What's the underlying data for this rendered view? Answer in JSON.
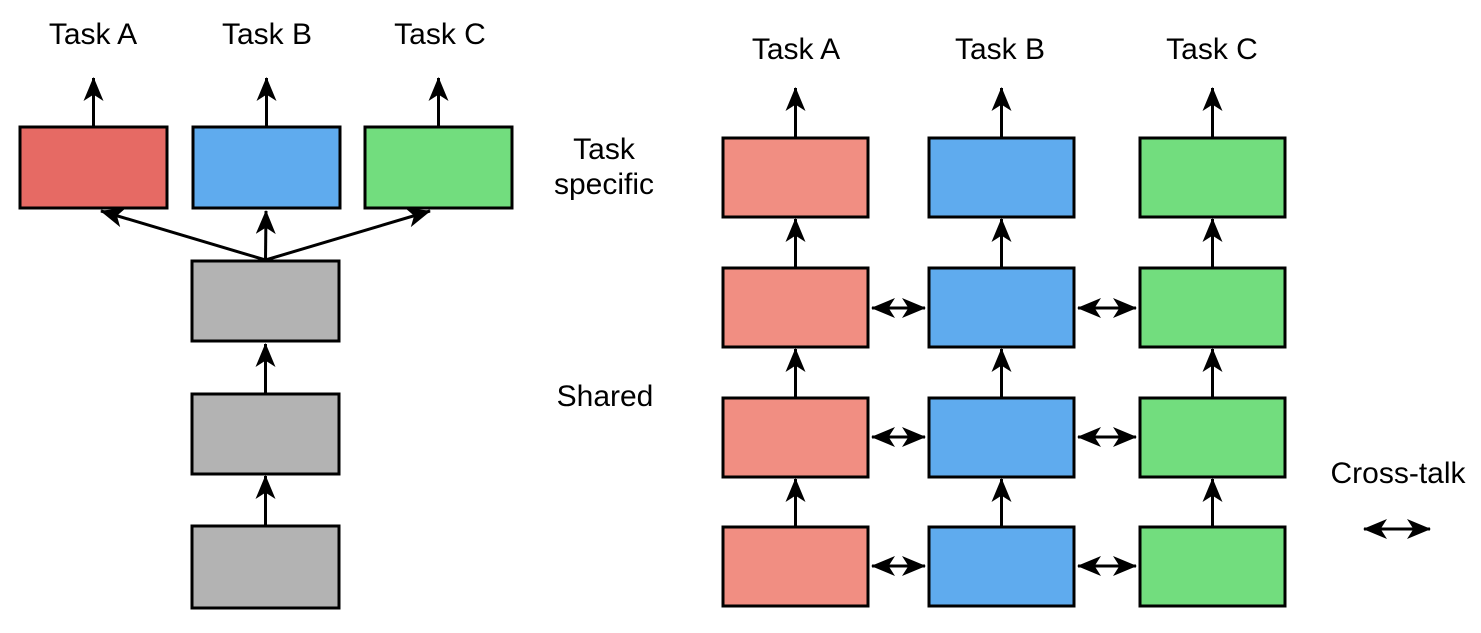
{
  "colors": {
    "left_task_a_box": "#e66a64",
    "right_task_a_box": "#f18e82",
    "task_b_box": "#5fabee",
    "task_c_box": "#72dd7e",
    "shared_box": "#b3b3b3",
    "arrow": "#000000"
  },
  "left_diagram": {
    "task_a_label": "Task A",
    "task_b_label": "Task B",
    "task_c_label": "Task C"
  },
  "right_diagram": {
    "task_a_label": "Task A",
    "task_b_label": "Task B",
    "task_c_label": "Task C"
  },
  "side_labels": {
    "task_specific_line1": "Task",
    "task_specific_line2": "specific",
    "shared": "Shared"
  },
  "legend": {
    "cross_talk_label": "Cross-talk"
  }
}
